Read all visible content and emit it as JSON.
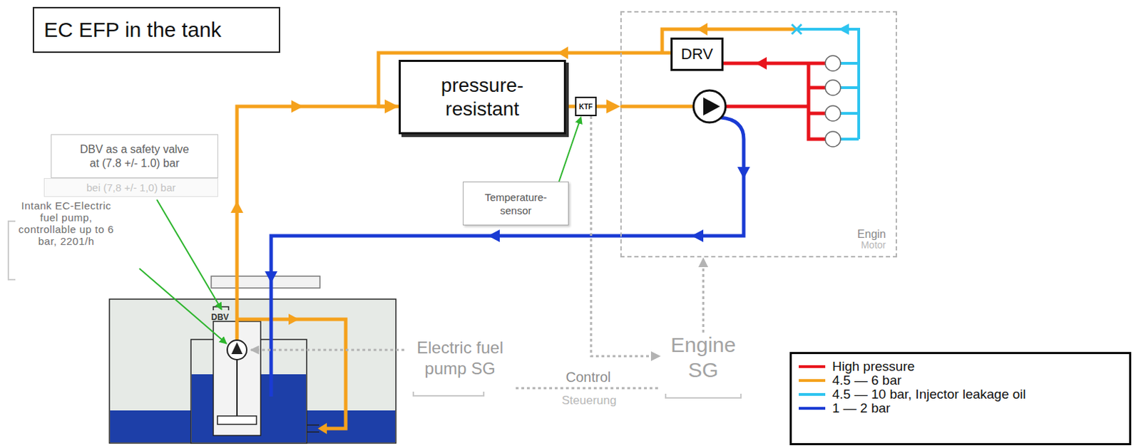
{
  "diagram": {
    "title": "EC EFP in the tank",
    "nodes": [
      {
        "text": [
          "Engin",
          "Motor"
        ]
      },
      {
        "text": [
          "DRV"
        ],
        "in": 0
      },
      {
        "text": [
          "pressure- resistant"
        ]
      },
      {
        "text": [
          "KTF"
        ]
      },
      {
        "text": [
          "DBV as a safety valve at (7.8 +/- 1.0) bar"
        ]
      },
      {
        "text": [
          "bei (7,8 +/- 1,0) bar"
        ]
      },
      {
        "text": [
          "Temperature- sensor"
        ]
      },
      {
        "text": [
          "Electric fuel pump SG"
        ]
      },
      {
        "text": [
          "Engine SG"
        ]
      }
    ],
    "edges": [
      {
        "from": 1,
        "to": 2,
        "arrow": "to"
      },
      {
        "from": 2,
        "to": 3,
        "arrow": "none"
      },
      {
        "from": 3,
        "to": 0,
        "arrow": "to"
      },
      {
        "from": 6,
        "to": 3,
        "arrow": "to"
      },
      {
        "from": 3,
        "to": 8,
        "arrow": "to"
      },
      {
        "from": 8,
        "to": 0,
        "arrow": "to"
      },
      {
        "from": 7,
        "to": 8,
        "arrow": "none",
        "label": "Control"
      }
    ],
    "labels": [
      "Intank EC-Electric fuel pump, controllable up to 6 bar, 2201/h",
      "DBV",
      "Steuerung"
    ],
    "legend": [
      {
        "text": "High pressure",
        "color": "#e8141c"
      },
      {
        "text": "4.5 — 6 bar",
        "color": "#f5a11c"
      },
      {
        "text": "4.5 — 10 bar, Injector leakage oil",
        "color": "#2ec4f0"
      },
      {
        "text": "1 — 2 bar",
        "color": "#1a3bd4"
      }
    ]
  }
}
